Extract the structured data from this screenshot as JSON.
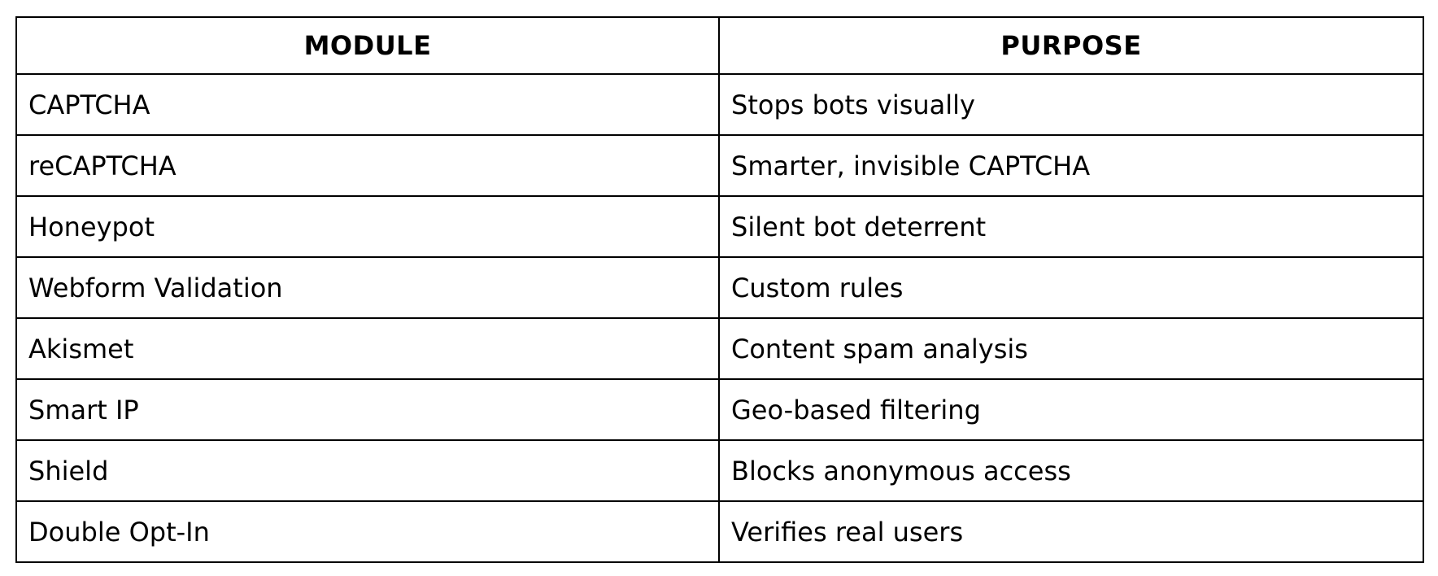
{
  "table": {
    "headers": [
      "MODULE",
      "PURPOSE"
    ],
    "rows": [
      [
        "CAPTCHA",
        "Stops bots visually"
      ],
      [
        "reCAPTCHA",
        "Smarter, invisible CAPTCHA"
      ],
      [
        "Honeypot",
        "Silent bot deterrent"
      ],
      [
        "Webform Validation",
        "Custom rules"
      ],
      [
        "Akismet",
        "Content spam analysis"
      ],
      [
        "Smart IP",
        "Geo-based filtering"
      ],
      [
        "Shield",
        "Blocks anonymous access"
      ],
      [
        "Double Opt-In",
        "Verifies real users"
      ]
    ]
  }
}
